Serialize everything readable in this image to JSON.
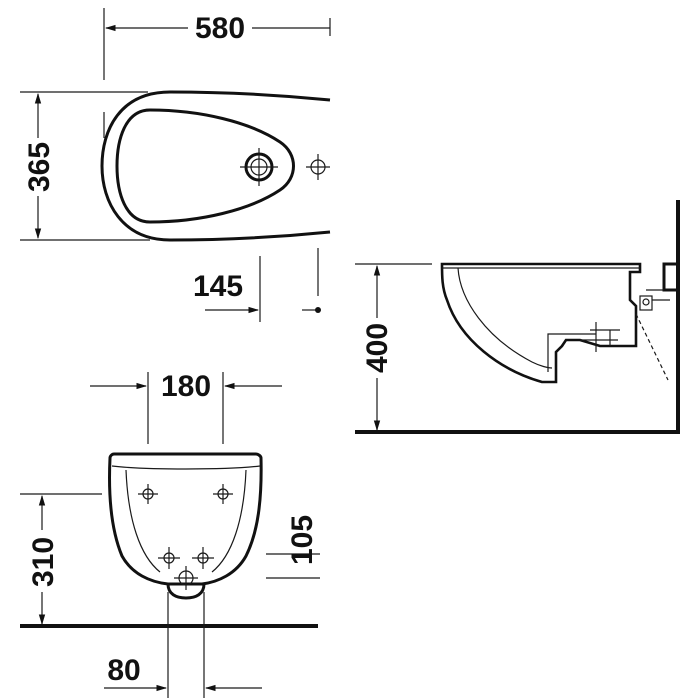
{
  "dimensions": {
    "top_width": "580",
    "top_depth": "365",
    "tap_offset": "145",
    "front_fixing_spacing": "180",
    "front_height": "310",
    "front_waste_height": "105",
    "front_waste_width": "80",
    "side_height": "400"
  },
  "colors": {
    "line": "#111111",
    "background": "#ffffff"
  }
}
